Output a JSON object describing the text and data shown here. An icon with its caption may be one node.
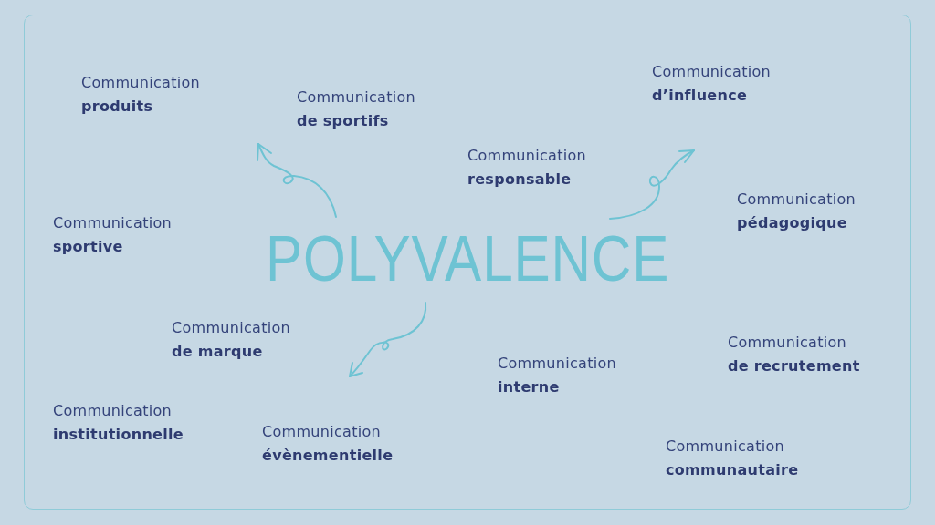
{
  "diagram": {
    "title": "POLYVALENCE",
    "labels": [
      "Communication **d’influence**",
      "Communication **produits**",
      "Communication **de sportifs**",
      "Communication **responsable**",
      "Communication **pédagogique**",
      "Communication **sportive**",
      "Communication **de marque**",
      "Communication **de recrutement**",
      "Communication **interne**",
      "Communication **institutionnelle**",
      "Communication **évènementielle**",
      "Communication **communautaire**"
    ]
  }
}
